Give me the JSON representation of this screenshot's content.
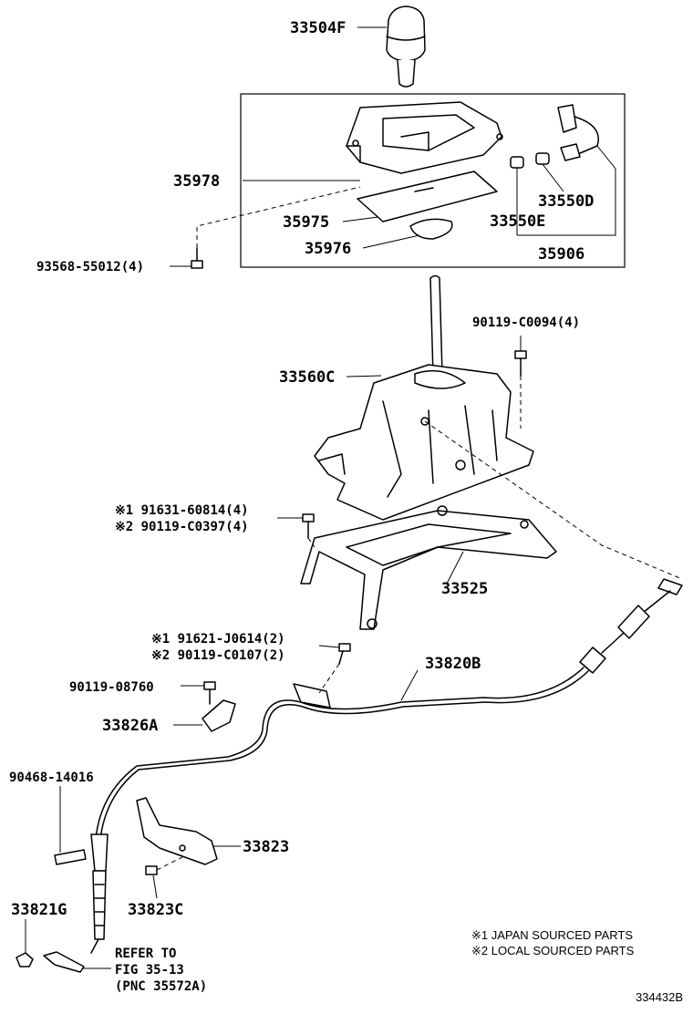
{
  "labels": {
    "p33504F": "33504F",
    "p35978": "35978",
    "p35975": "35975",
    "p35976": "35976",
    "p33550D": "33550D",
    "p33550E": "33550E",
    "p35906": "35906",
    "p93568": "93568-55012(4)",
    "p90119_c0094": "90119-C0094(4)",
    "p33560C": "33560C",
    "n1_91631": "※1 91631-60814(4)",
    "n2_90119_c0397": "※2 90119-C0397(4)",
    "p33525": "33525",
    "n1_91621": "※1 91621-J0614(2)",
    "n2_90119_c0107": "※2 90119-C0107(2)",
    "p33820B": "33820B",
    "p90119_08760": "90119-08760",
    "p33826A": "33826A",
    "p90468": "90468-14016",
    "p33823": "33823",
    "p33823C": "33823C",
    "p33821G": "33821G",
    "refer1": "REFER TO",
    "refer2": "FIG 35-13",
    "refer3": "(PNC 35572A)"
  },
  "notes": {
    "note1": "※1 JAPAN SOURCED PARTS",
    "note2": "※2 LOCAL SOURCED PARTS"
  },
  "figure_id": "334432B"
}
